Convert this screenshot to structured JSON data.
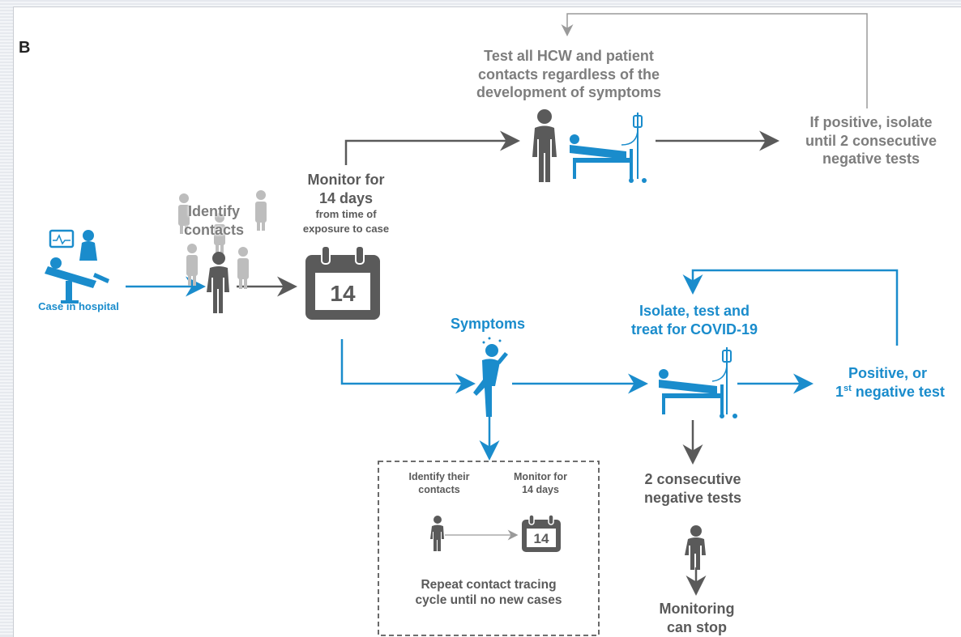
{
  "panel_label": "B",
  "nodes": {
    "test_all": [
      "Test all HCW and patient",
      "contacts regardless of the",
      "development of symptoms"
    ],
    "if_positive": [
      "If positive, isolate",
      "until 2 consecutive",
      "negative tests"
    ],
    "identify_contacts": [
      "Identify",
      "contacts"
    ],
    "monitor_main": [
      "Monitor for",
      "14 days"
    ],
    "monitor_sub": [
      "from time of",
      "exposure to case"
    ],
    "case_in_hospital": "Case in hospital",
    "calendar_number": "14",
    "symptoms": "Symptoms",
    "isolate_test_treat": [
      "Isolate, test and",
      "treat for COVID-19"
    ],
    "positive_or": "Positive, or",
    "first_negative_sup": "st",
    "first_negative_prefix": "1",
    "first_negative_rest": " negative test",
    "two_consecutive": [
      "2 consecutive",
      "negative tests"
    ],
    "monitoring_stop": [
      "Monitoring",
      "can stop"
    ]
  },
  "inset": {
    "identify_their": [
      "Identify their",
      "contacts"
    ],
    "monitor_for": [
      "Monitor for",
      "14 days"
    ],
    "calendar_number": "14",
    "repeat": [
      "Repeat contact tracing",
      "cycle until no new cases"
    ]
  },
  "colors": {
    "blue": "#1a8ccc",
    "dark_gray": "#5a5a5a",
    "light_gray": "#bdbdbd",
    "text_gray": "#7d7d7d"
  }
}
